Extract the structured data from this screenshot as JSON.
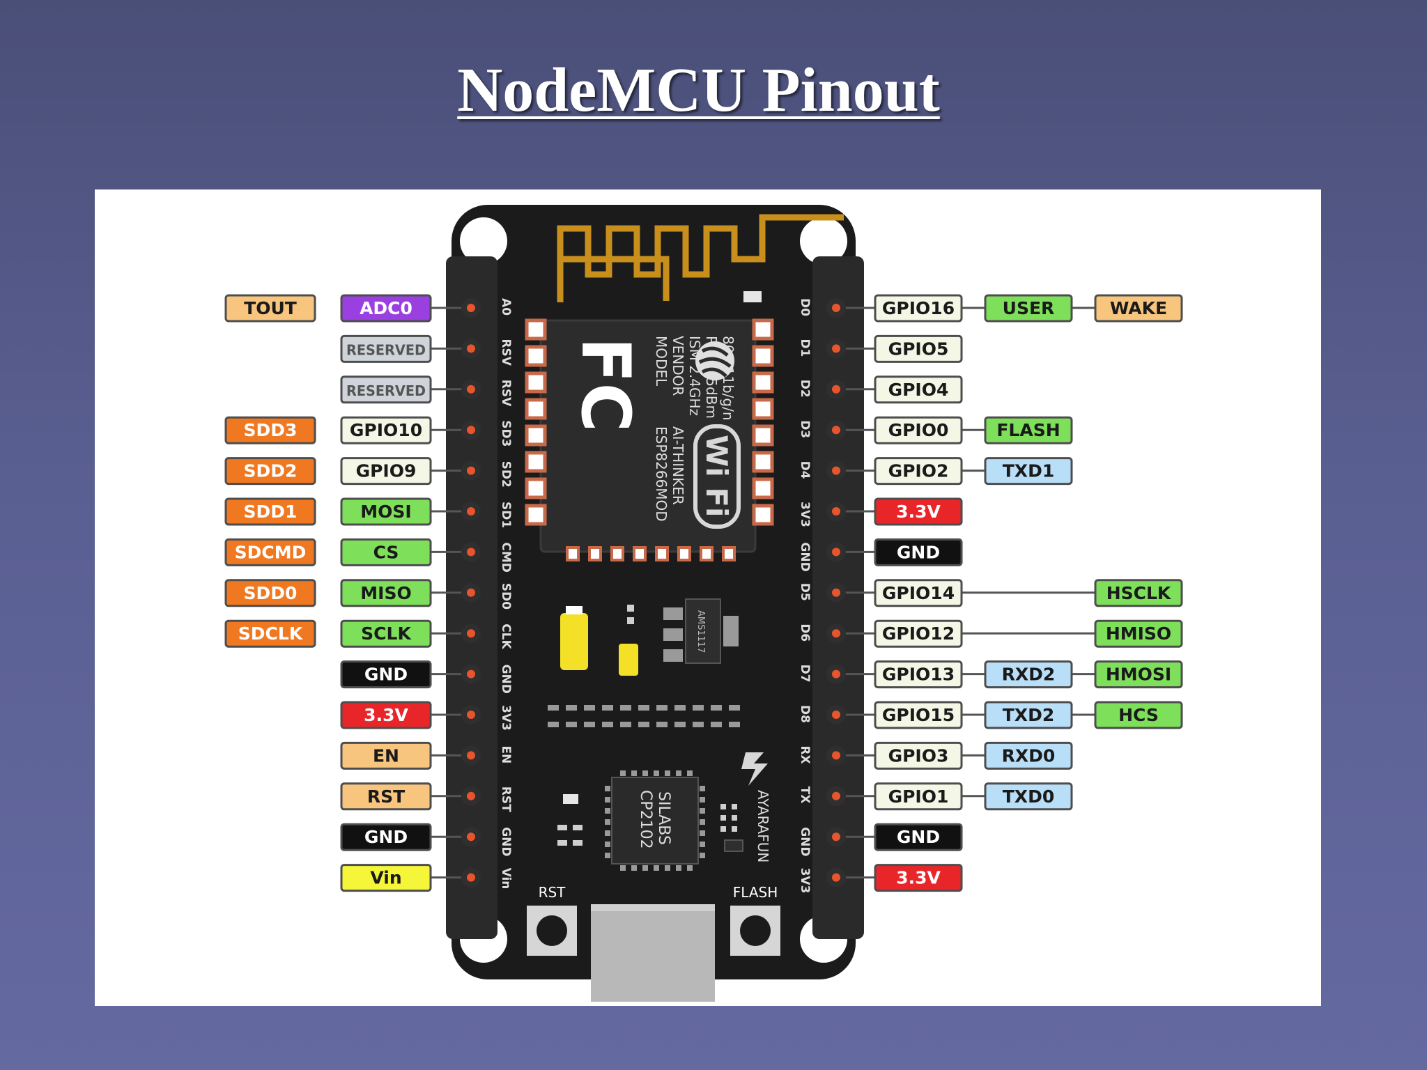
{
  "title": "NodeMCU Pinout",
  "board": {
    "model_lines": [
      "MODEL",
      "VENDOR",
      "ISM 2.4GHz",
      "PA +25dBm",
      "802.11b/g/n"
    ],
    "model_values": [
      "ESP8266MOD",
      "AI-THINKER"
    ],
    "fcc_mark": "FC",
    "wifi_mark": "Wi Fi",
    "regulator": "AMS1117",
    "usb_chip_lines": [
      "SILABS",
      "CP2102"
    ],
    "silkscreen": "AYARAFUN",
    "rst_button_label": "RST",
    "flash_button_label": "FLASH"
  },
  "left_pins": [
    {
      "silk": "A0",
      "labels": [
        {
          "text": "ADC0",
          "kind": "adc"
        },
        {
          "text": "TOUT",
          "kind": "tan"
        }
      ]
    },
    {
      "silk": "RSV",
      "labels": [
        {
          "text": "RESERVED",
          "kind": "reserved"
        }
      ]
    },
    {
      "silk": "RSV",
      "labels": [
        {
          "text": "RESERVED",
          "kind": "reserved"
        }
      ]
    },
    {
      "silk": "SD3",
      "labels": [
        {
          "text": "GPIO10",
          "kind": "gpio"
        },
        {
          "text": "SDD3",
          "kind": "sd"
        }
      ]
    },
    {
      "silk": "SD2",
      "labels": [
        {
          "text": "GPIO9",
          "kind": "gpio"
        },
        {
          "text": "SDD2",
          "kind": "sd"
        }
      ]
    },
    {
      "silk": "SD1",
      "labels": [
        {
          "text": "MOSI",
          "kind": "spi"
        },
        {
          "text": "SDD1",
          "kind": "sd"
        }
      ]
    },
    {
      "silk": "CMD",
      "labels": [
        {
          "text": "CS",
          "kind": "spi"
        },
        {
          "text": "SDCMD",
          "kind": "sd"
        }
      ]
    },
    {
      "silk": "SD0",
      "labels": [
        {
          "text": "MISO",
          "kind": "spi"
        },
        {
          "text": "SDD0",
          "kind": "sd"
        }
      ]
    },
    {
      "silk": "CLK",
      "labels": [
        {
          "text": "SCLK",
          "kind": "spi"
        },
        {
          "text": "SDCLK",
          "kind": "sd"
        }
      ]
    },
    {
      "silk": "GND",
      "labels": [
        {
          "text": "GND",
          "kind": "gnd"
        }
      ]
    },
    {
      "silk": "3V3",
      "labels": [
        {
          "text": "3.3V",
          "kind": "power"
        }
      ]
    },
    {
      "silk": "EN",
      "labels": [
        {
          "text": "EN",
          "kind": "tan"
        }
      ]
    },
    {
      "silk": "RST",
      "labels": [
        {
          "text": "RST",
          "kind": "tan"
        }
      ]
    },
    {
      "silk": "GND",
      "labels": [
        {
          "text": "GND",
          "kind": "gnd"
        }
      ]
    },
    {
      "silk": "Vin",
      "labels": [
        {
          "text": "Vin",
          "kind": "vin"
        }
      ]
    }
  ],
  "right_pins": [
    {
      "silk": "D0",
      "labels": [
        {
          "text": "GPIO16",
          "kind": "gpio",
          "col": 0
        },
        {
          "text": "USER",
          "kind": "spi",
          "col": 1
        },
        {
          "text": "WAKE",
          "kind": "tan",
          "col": 2
        }
      ]
    },
    {
      "silk": "D1",
      "labels": [
        {
          "text": "GPIO5",
          "kind": "gpio",
          "col": 0
        }
      ]
    },
    {
      "silk": "D2",
      "labels": [
        {
          "text": "GPIO4",
          "kind": "gpio",
          "col": 0
        }
      ]
    },
    {
      "silk": "D3",
      "labels": [
        {
          "text": "GPIO0",
          "kind": "gpio",
          "col": 0
        },
        {
          "text": "FLASH",
          "kind": "spi",
          "col": 1
        }
      ]
    },
    {
      "silk": "D4",
      "labels": [
        {
          "text": "GPIO2",
          "kind": "gpio",
          "col": 0
        },
        {
          "text": "TXD1",
          "kind": "uart",
          "col": 1
        }
      ]
    },
    {
      "silk": "3V3",
      "labels": [
        {
          "text": "3.3V",
          "kind": "power",
          "col": 0
        }
      ]
    },
    {
      "silk": "GND",
      "labels": [
        {
          "text": "GND",
          "kind": "gnd",
          "col": 0
        }
      ]
    },
    {
      "silk": "D5",
      "labels": [
        {
          "text": "GPIO14",
          "kind": "gpio",
          "col": 0
        },
        {
          "text": "HSCLK",
          "kind": "spi",
          "col": 2
        }
      ]
    },
    {
      "silk": "D6",
      "labels": [
        {
          "text": "GPIO12",
          "kind": "gpio",
          "col": 0
        },
        {
          "text": "HMISO",
          "kind": "spi",
          "col": 2
        }
      ]
    },
    {
      "silk": "D7",
      "labels": [
        {
          "text": "GPIO13",
          "kind": "gpio",
          "col": 0
        },
        {
          "text": "RXD2",
          "kind": "uart",
          "col": 1
        },
        {
          "text": "HMOSI",
          "kind": "spi",
          "col": 2
        }
      ]
    },
    {
      "silk": "D8",
      "labels": [
        {
          "text": "GPIO15",
          "kind": "gpio",
          "col": 0
        },
        {
          "text": "TXD2",
          "kind": "uart",
          "col": 1
        },
        {
          "text": "HCS",
          "kind": "spi",
          "col": 2
        }
      ]
    },
    {
      "silk": "RX",
      "labels": [
        {
          "text": "GPIO3",
          "kind": "gpio",
          "col": 0
        },
        {
          "text": "RXD0",
          "kind": "uart",
          "col": 1
        }
      ]
    },
    {
      "silk": "TX",
      "labels": [
        {
          "text": "GPIO1",
          "kind": "gpio",
          "col": 0
        },
        {
          "text": "TXD0",
          "kind": "uart",
          "col": 1
        }
      ]
    },
    {
      "silk": "GND",
      "labels": [
        {
          "text": "GND",
          "kind": "gnd",
          "col": 0
        }
      ]
    },
    {
      "silk": "3V3",
      "labels": [
        {
          "text": "3.3V",
          "kind": "power",
          "col": 0
        }
      ]
    }
  ],
  "colors": {
    "adc": "#9a3fe0",
    "tan": "#f8c57e",
    "reserved": "#cfd3da",
    "gpio": "#f4f6e6",
    "sd": "#f07820",
    "spi": "#7ee05a",
    "gnd": "#111111",
    "power": "#e8262a",
    "vin": "#f5f53a",
    "uart": "#b8def8",
    "board": "#1b1b1b",
    "pin": "#e8552c",
    "antenna": "#c98f1c",
    "outline": "#4d4d4d"
  }
}
